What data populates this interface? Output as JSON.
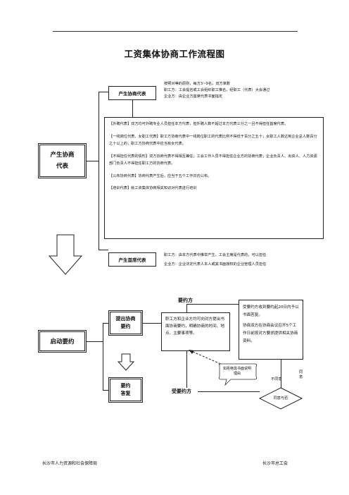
{
  "title": "工资集体协商工作流程图",
  "produce": {
    "label_line1": "产生协商",
    "label_line2": "代表",
    "employer_rep": {
      "label": "产生协商代表",
      "note_line1": "按照对等的原则，每方3~9名，双方单数",
      "note_line2": "职工方：工会提名或工会组织职工推名，经职工（代表）大会通过",
      "note_line3": "企业方：由企业方首席代表书面指定"
    },
    "rules": [
      "【外聘代表】双方均可外聘专业人员担任本方代表，但外聘人数不超过本方代表三分之一且不得担任首席代表。",
      "【一线岗位代表、女职工代表】职工方协商代表中一线岗位职工的代表比例不得低于百分之五十；女职工人数达到企业总人数百分之十以上的，职工方协商代表中应当有女代表。",
      "【不得担任代表的情形】双方协商代表不得相互兼任；工会工作人员不得担任企业方的协商代表；企业负责人、出资人、人力资源部门负责人不得担任职工方的协商代表。",
      "【公布协商代表】协商代表产生后，应当于五个工作日内公布。",
      "【培训代表】就工资集体协商相关知识对代表进行培训"
    ],
    "chief_rep": {
      "label": "产生首席代表",
      "note_line1": "职工方：由本方代表中推举产生，工会主席是代表的，可以担任",
      "note_line2": "企业方：企业法定代表人本人或其书面授权的企业管理人员担任"
    }
  },
  "start": {
    "label": "启动要约",
    "propose": {
      "line1": "提出协商",
      "line2": "要约"
    },
    "reply": {
      "line1": "要约",
      "line2": "答复"
    },
    "offeror_top": "要约方",
    "offeror_note": "职工方和企业方均可向对方提出书面协商要约，明确协商的时间、地点、主要事项等。",
    "offeree_note_line1": "受要约方收到要约起20日内予以书面答复。",
    "offeree_note_line2": "协商双方在协商会议召开5个工作日前按对方要求提供相关协商资料。",
    "offeree": "受要约方",
    "disagree_reason": "如拒绝需书面说明理由",
    "disagree": "不同意",
    "agree": "同意与否",
    "agree_side": "同意"
  },
  "footer": {
    "left": "长沙市人力资源和社会保障局",
    "right": "长沙市总工会"
  }
}
